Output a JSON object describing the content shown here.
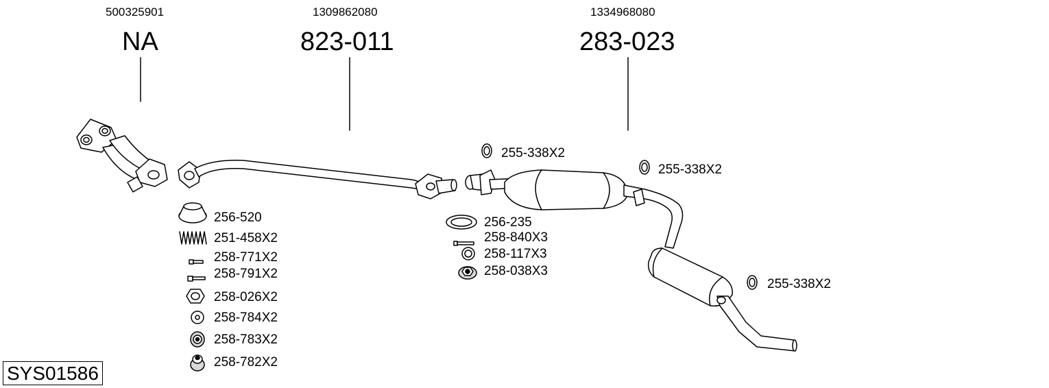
{
  "colors": {
    "line": "#000000",
    "fill": "#ffffff",
    "shade": "#d8d8d8"
  },
  "groups": [
    {
      "oe": "500325901",
      "part": "NA"
    },
    {
      "oe": "1309862080",
      "part": "823-011"
    },
    {
      "oe": "1334968080",
      "part": "283-023"
    }
  ],
  "left_parts": [
    {
      "label": "256-520",
      "icon": "gasket-ring-icon"
    },
    {
      "label": "251-458X2",
      "icon": "spring-icon"
    },
    {
      "label": "258-771X2",
      "icon": "bolt-icon"
    },
    {
      "label": "258-791X2",
      "icon": "bolt-icon"
    },
    {
      "label": "258-026X2",
      "icon": "hex-nut-icon"
    },
    {
      "label": "258-784X2",
      "icon": "washer-icon"
    },
    {
      "label": "258-783X2",
      "icon": "bushing-icon"
    },
    {
      "label": "258-782X2",
      "icon": "bushing-icon"
    }
  ],
  "middle_parts": [
    {
      "label": "256-235",
      "icon": "gasket-ring-icon"
    },
    {
      "label": "258-840X3",
      "icon": "bolt-icon"
    },
    {
      "label": "258-117X3",
      "icon": "washer-icon"
    },
    {
      "label": "258-038X3",
      "icon": "flange-nut-icon"
    }
  ],
  "hangers": [
    {
      "label": "255-338X2"
    },
    {
      "label": "255-338X2"
    },
    {
      "label": "255-338X2"
    }
  ],
  "diagram_id": "SYS01586"
}
